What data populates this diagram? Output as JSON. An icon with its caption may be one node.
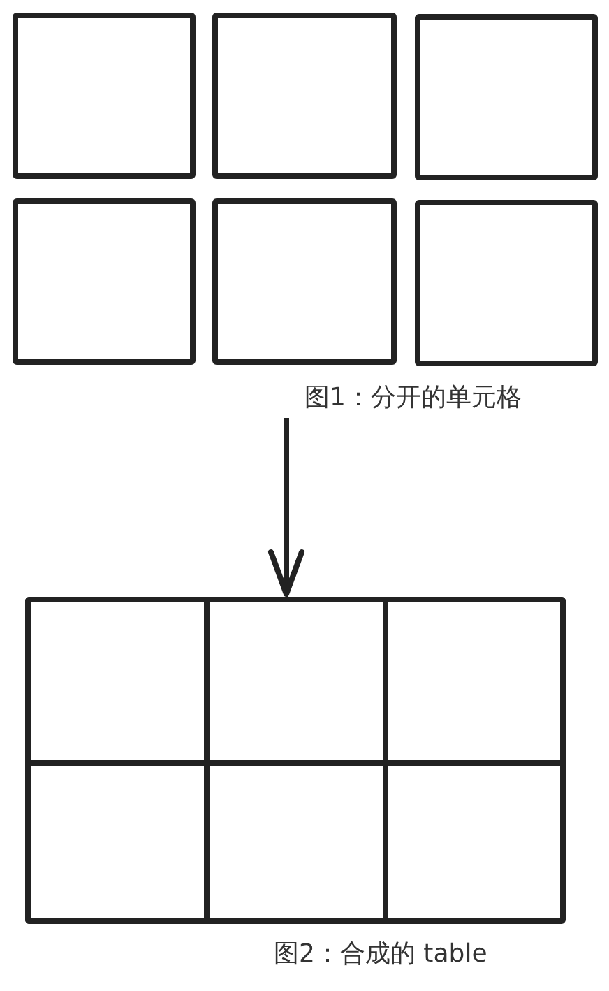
{
  "diagram": {
    "nodes": [
      {
        "text": [
          "图1：分开的单元格"
        ]
      },
      {
        "text": [],
        "shape": "box",
        "in": 0
      },
      {
        "text": [],
        "shape": "box",
        "in": 0
      },
      {
        "text": [],
        "shape": "box",
        "in": 0
      },
      {
        "text": [],
        "shape": "box",
        "in": 0
      },
      {
        "text": [],
        "shape": "box",
        "in": 0
      },
      {
        "text": [],
        "shape": "box",
        "in": 0
      },
      {
        "text": [
          "图2：合成的 table"
        ]
      },
      {
        "text": [],
        "shape": "box",
        "in": 7
      },
      {
        "text": [],
        "shape": "box",
        "in": 7
      },
      {
        "text": [],
        "shape": "box",
        "in": 7
      },
      {
        "text": [],
        "shape": "box",
        "in": 7
      },
      {
        "text": [],
        "shape": "box",
        "in": 7
      },
      {
        "text": [],
        "shape": "box",
        "in": 7
      }
    ],
    "edges": [
      {
        "from": 0,
        "to": 7,
        "arrow": "to"
      }
    ]
  }
}
